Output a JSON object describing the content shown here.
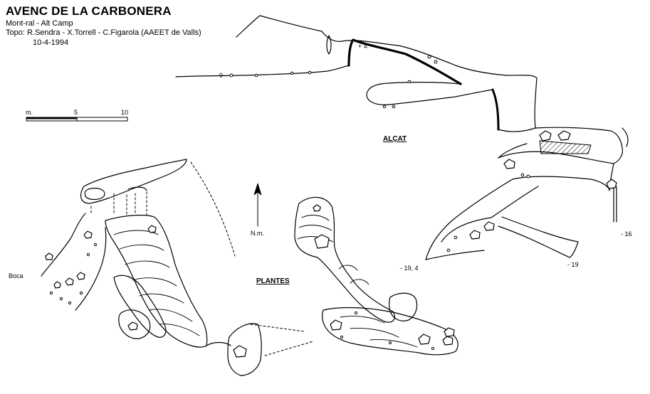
{
  "header": {
    "title": "AVENC DE LA CARBONERA",
    "location": "Mont-ral - Alt Camp",
    "topo": "Topo: R.Sendra - X.Torrell - C.Figarola (AAEET de Valls)",
    "date": "10-4-1994"
  },
  "scale_bar": {
    "unit_label": "m.",
    "mid_label": "5",
    "end_label": "10"
  },
  "north_arrow": {
    "label": "N.m."
  },
  "sections": {
    "elevation": "ALÇAT",
    "plan": "PLANTES"
  },
  "entrance_label": "Boca",
  "depth_labels": {
    "plus4": "+ 4",
    "zero": "0",
    "minus16": "- 16",
    "minus19_4": "- 19, 4",
    "minus19": "- 19"
  },
  "colors": {
    "ink": "#000000",
    "paper": "#ffffff"
  }
}
